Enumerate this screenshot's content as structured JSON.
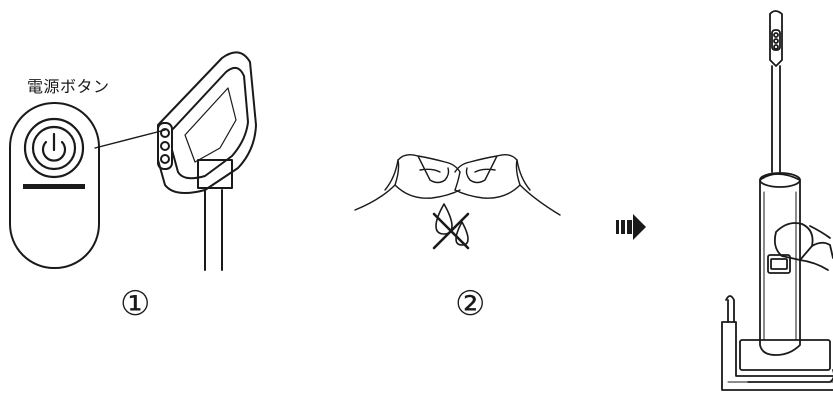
{
  "power_button_label": "電源ボタン",
  "steps": [
    {
      "number": "①"
    },
    {
      "number": "②"
    }
  ],
  "icons": {
    "power_button": "power-icon",
    "no_water": "water-drop-prohibited-icon",
    "next_arrow": "striped-arrow-icon"
  },
  "colors": {
    "line": "#1a1a1a",
    "background": "#ffffff"
  }
}
